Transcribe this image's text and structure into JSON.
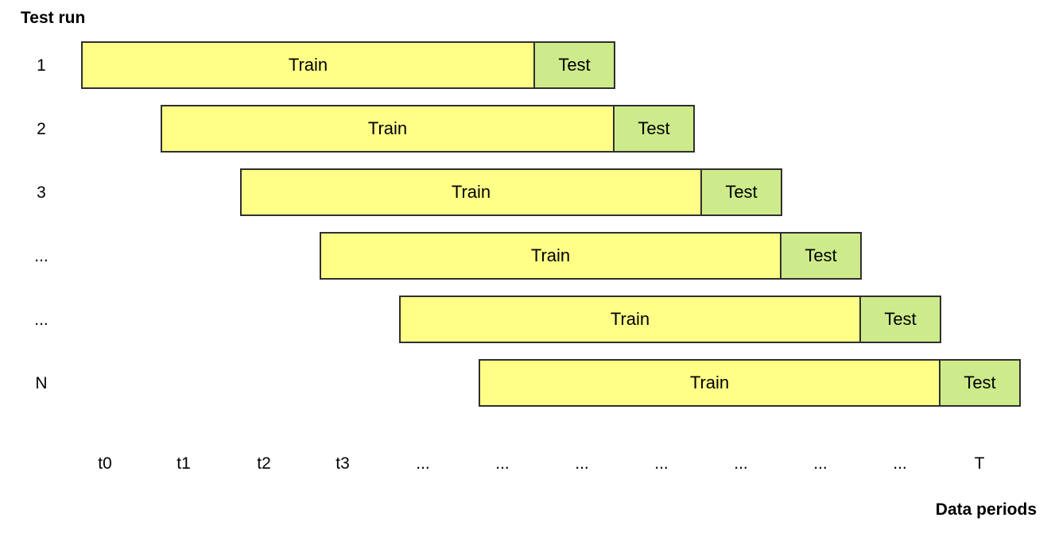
{
  "diagram": {
    "y_title": "Test run",
    "x_title": "Data periods",
    "rows": [
      {
        "label": "1",
        "train": "Train",
        "test": "Test"
      },
      {
        "label": "2",
        "train": "Train",
        "test": "Test"
      },
      {
        "label": "3",
        "train": "Train",
        "test": "Test"
      },
      {
        "label": "...",
        "train": "Train",
        "test": "Test"
      },
      {
        "label": "...",
        "train": "Train",
        "test": "Test"
      },
      {
        "label": "N",
        "train": "Train",
        "test": "Test"
      }
    ],
    "ticks": [
      "t0",
      "t1",
      "t2",
      "t3",
      "...",
      "...",
      "...",
      "...",
      "...",
      "...",
      "...",
      "T"
    ],
    "colors": {
      "train": "#ffff88",
      "test": "#cdeb8b",
      "border": "#2f2f2f"
    }
  }
}
